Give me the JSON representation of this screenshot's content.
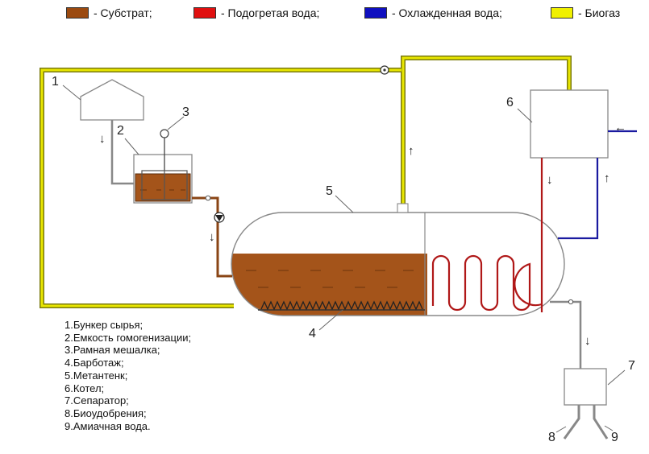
{
  "legend": [
    {
      "label": "-  Субстрат;",
      "color": "#9b4a10"
    },
    {
      "label": "- Подогретая вода;",
      "color": "#e01010"
    },
    {
      "label": "- Охлажденная вода;",
      "color": "#1010c0"
    },
    {
      "label": "- Биогаз",
      "color": "#f0f000"
    }
  ],
  "colors": {
    "substrate": "#a4541a",
    "hot_water": "#b01818",
    "cold_water": "#1a1aa0",
    "biogas": "#e8e600",
    "biogas_edge": "#7a7a10",
    "equipment_line": "#808080"
  },
  "numbers": [
    "1",
    "2",
    "3",
    "4",
    "5",
    "6",
    "7",
    "8",
    "9"
  ],
  "captions": [
    "1.Бункер сырья;",
    "2.Емкость гомогенизации;",
    "3.Рамная мешалка;",
    "4.Барботаж;",
    "5.Метантенк;",
    "6.Котел;",
    "7.Сепаратор;",
    "8.Биоудобрения;",
    "9.Амиачная вода."
  ],
  "flow_arrows": {
    "down": "↓",
    "up": "↑",
    "left": "←"
  }
}
